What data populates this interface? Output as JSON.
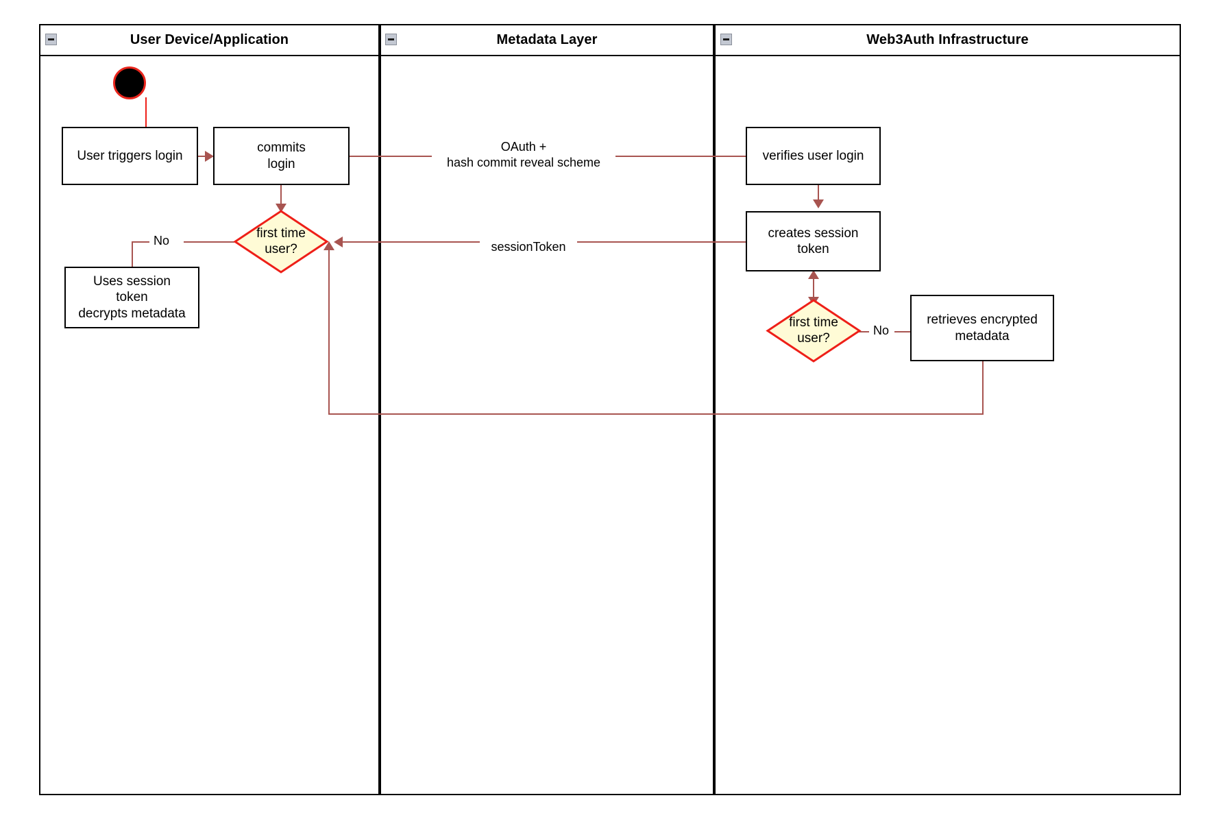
{
  "diagram": {
    "lanes": [
      {
        "id": "user-device",
        "title": "User Device/Application",
        "collapse_icon": "collapse-minus-icon"
      },
      {
        "id": "metadata-layer",
        "title": "Metadata Layer",
        "collapse_icon": "collapse-minus-icon"
      },
      {
        "id": "web3auth",
        "title": "Web3Auth Infrastructure",
        "collapse_icon": "collapse-minus-icon"
      }
    ],
    "nodes": {
      "start": {
        "type": "start",
        "label": ""
      },
      "user_triggers_login": {
        "type": "activity",
        "label": "User triggers login"
      },
      "commits_login": {
        "type": "activity",
        "label": "commits\nlogin"
      },
      "first_time_user_left": {
        "type": "decision",
        "label": "first time\nuser?"
      },
      "uses_session_token": {
        "type": "activity",
        "label": "Uses session\ntoken\ndecrypts metadata"
      },
      "verifies_user_login": {
        "type": "activity",
        "label": "verifies user login"
      },
      "creates_session_token": {
        "type": "activity",
        "label": "creates session\ntoken"
      },
      "first_time_user_right": {
        "type": "decision",
        "label": "first time\nuser?"
      },
      "retrieves_encrypted_metadata": {
        "type": "activity",
        "label": "retrieves encrypted\nmetadata"
      }
    },
    "edge_labels": {
      "oauth": "OAuth +\nhash commit reveal scheme",
      "session_token": "sessionToken",
      "no_left": "No",
      "no_right": "No"
    },
    "colors": {
      "edge": "#a85450",
      "start_border": "#ee1f18",
      "decision_fill": "#fffbd6",
      "decision_border": "#ee1f18",
      "node_border": "#000000",
      "lane_border": "#000000",
      "collapse_icon_bg": "#c3c8d2"
    }
  }
}
